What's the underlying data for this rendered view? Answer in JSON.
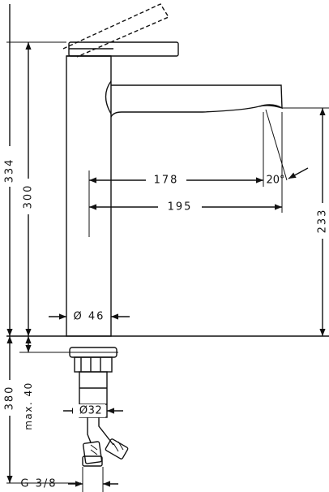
{
  "dimensions": {
    "total_height": "334",
    "body_height": "300",
    "reach_to_aerator": "178",
    "total_reach": "195",
    "spout_height": "233",
    "body_diameter": "Ø 46",
    "spray_angle": "20°",
    "below_deck_length": "380",
    "max_deck_thickness": "max. 40",
    "shank_diameter": "Ø32",
    "connection_thread": "G 3/8"
  },
  "colors": {
    "line": "#111111",
    "background": "#ffffff"
  }
}
